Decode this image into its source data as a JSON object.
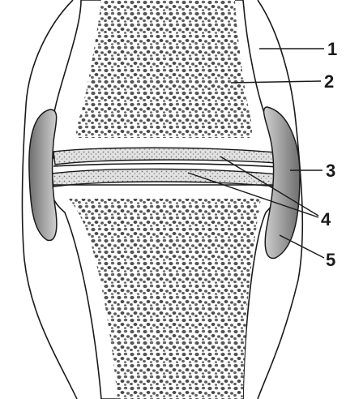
{
  "figure": {
    "labels": [
      {
        "id": "1",
        "text": "1"
      },
      {
        "id": "2",
        "text": "2"
      },
      {
        "id": "3",
        "text": "3"
      },
      {
        "id": "4",
        "text": "4"
      },
      {
        "id": "5",
        "text": "5"
      }
    ]
  },
  "colors": {
    "ink": "#1a1a1a",
    "bone_fill": "#ffffff",
    "spongy_dot": "#555555",
    "cartilage": "#d8d8d8",
    "meniscus": "#9a9a9a"
  }
}
